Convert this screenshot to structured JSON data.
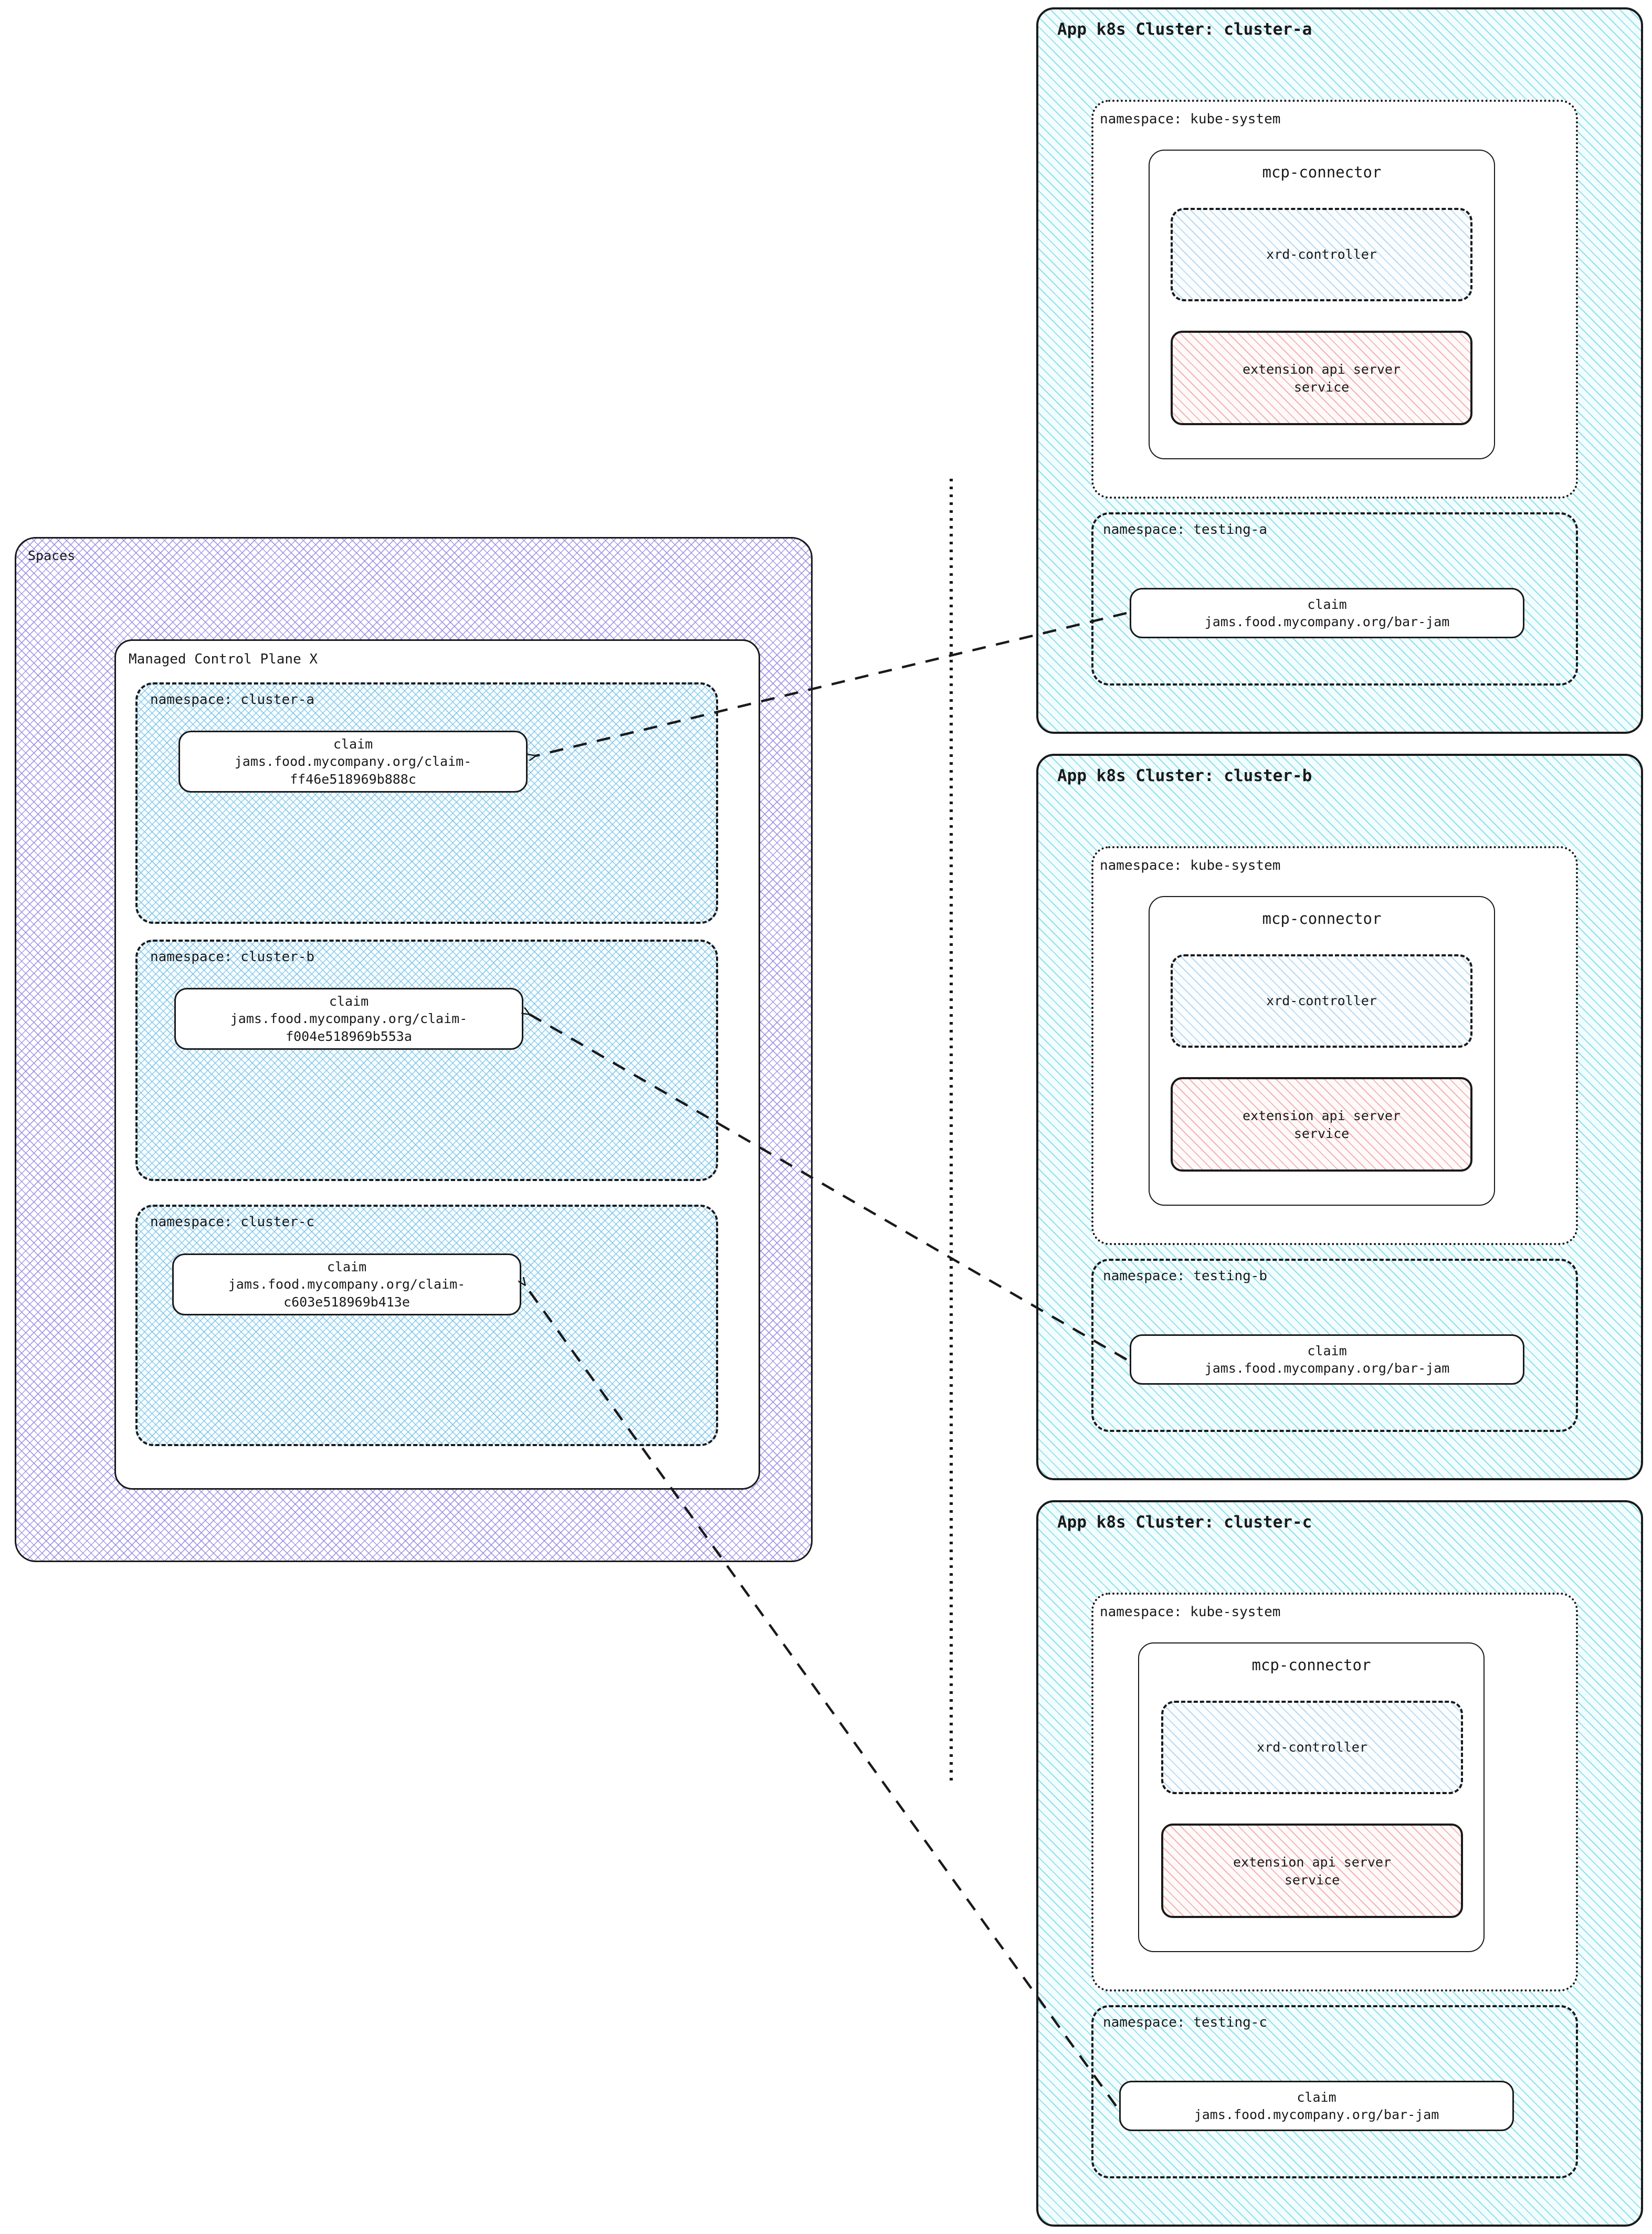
{
  "diagram": {
    "title": "Spaces / Managed Control Plane to App k8s Clusters",
    "colors": {
      "spaces_hatch": "#968ae4",
      "cluster_hatch": "#6ad8e8",
      "namespace_hatch": "#7ac1e9",
      "xrd_hatch": "#a0cfee",
      "extapi_hatch": "#f09696",
      "stroke": "#1a1a1a"
    }
  },
  "spaces": {
    "label": "Spaces",
    "control_plane": {
      "label": "Managed Control Plane X",
      "namespaces": [
        {
          "label": "namespace: cluster-a",
          "claim": {
            "kind": "claim",
            "ref": "jams.food.mycompany.org/claim-\nff46e518969b888c"
          }
        },
        {
          "label": "namespace: cluster-b",
          "claim": {
            "kind": "claim",
            "ref": "jams.food.mycompany.org/claim-\nf004e518969b553a"
          }
        },
        {
          "label": "namespace: cluster-c",
          "claim": {
            "kind": "claim",
            "ref": "jams.food.mycompany.org/claim-\nc603e518969b413e"
          }
        }
      ]
    }
  },
  "clusters": [
    {
      "label": "App k8s Cluster: cluster-a",
      "kube_system": {
        "label": "namespace: kube-system",
        "connector": {
          "label": "mcp-connector",
          "xrd_controller": "xrd-controller",
          "extension_api_server": "extension api server\nservice"
        }
      },
      "testing": {
        "label": "namespace: testing-a",
        "claim": {
          "kind": "claim",
          "ref": "jams.food.mycompany.org/bar-jam"
        }
      }
    },
    {
      "label": "App k8s Cluster: cluster-b",
      "kube_system": {
        "label": "namespace: kube-system",
        "connector": {
          "label": "mcp-connector",
          "xrd_controller": "xrd-controller",
          "extension_api_server": "extension api server\nservice"
        }
      },
      "testing": {
        "label": "namespace: testing-b",
        "claim": {
          "kind": "claim",
          "ref": "jams.food.mycompany.org/bar-jam"
        }
      }
    },
    {
      "label": "App k8s Cluster: cluster-c",
      "kube_system": {
        "label": "namespace: kube-system",
        "connector": {
          "label": "mcp-connector",
          "xrd_controller": "xrd-controller",
          "extension_api_server": "extension api server\nservice"
        }
      },
      "testing": {
        "label": "namespace: testing-c",
        "claim": {
          "kind": "claim",
          "ref": "jams.food.mycompany.org/bar-jam"
        }
      }
    }
  ],
  "connections": [
    {
      "from": "cluster-a.testing-a.claim",
      "to": "mcp.cluster-a.claim",
      "style": "dashed-arrow"
    },
    {
      "from": "cluster-b.testing-b.claim",
      "to": "mcp.cluster-b.claim",
      "style": "dashed-arrow"
    },
    {
      "from": "cluster-c.testing-c.claim",
      "to": "mcp.cluster-c.claim",
      "style": "dashed-arrow"
    }
  ],
  "divider": {
    "style": "dotted-vertical"
  }
}
